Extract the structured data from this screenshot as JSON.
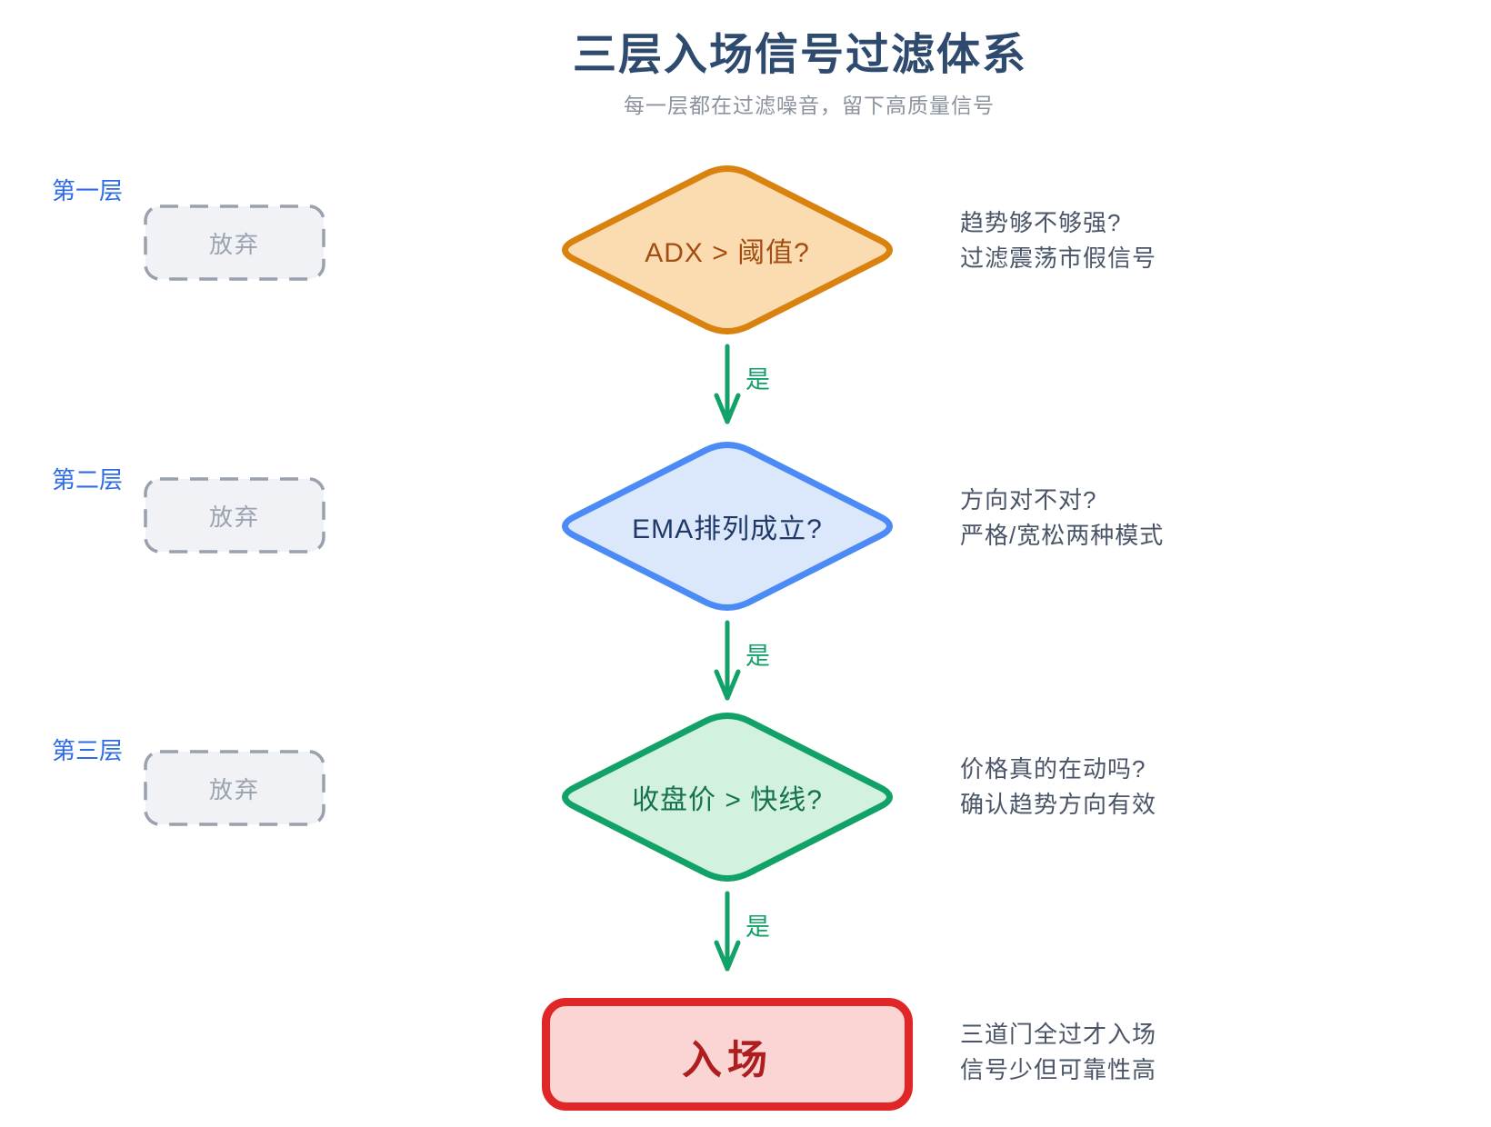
{
  "colors": {
    "title": "#2E4A6E",
    "subtitle": "#8A929E",
    "layer_label": "#2E6BE6",
    "reject_text": "#9AA3AF",
    "reject_border": "#98A1AD",
    "reject_fill": "#F0F2F6",
    "desc_text": "#4A5568",
    "arrow": "#12A167"
  },
  "header": {
    "title": "三层入场信号过滤体系",
    "subtitle": "每一层都在过滤噪音，留下高质量信号"
  },
  "layers": [
    {
      "label": "第一层",
      "reject": "放弃",
      "question": "ADX > 阈值?",
      "desc1": "趋势够不够强?",
      "desc2": "过滤震荡市假信号",
      "yes": "是",
      "colors": {
        "fill": "#FBDBB0",
        "stroke": "#D9820F",
        "text": "#A24E12"
      }
    },
    {
      "label": "第二层",
      "reject": "放弃",
      "question": "EMA排列成立?",
      "desc1": "方向对不对?",
      "desc2": "严格/宽松两种模式",
      "yes": "是",
      "colors": {
        "fill": "#DBE7FB",
        "stroke": "#4C8BF5",
        "text": "#1F3A68"
      }
    },
    {
      "label": "第三层",
      "reject": "放弃",
      "question": "收盘价 > 快线?",
      "desc1": "价格真的在动吗?",
      "desc2": "确认趋势方向有效",
      "yes": "是",
      "colors": {
        "fill": "#D2F1DF",
        "stroke": "#12A167",
        "text": "#15714E"
      }
    }
  ],
  "result": {
    "label": "入场",
    "desc1": "三道门全过才入场",
    "desc2": "信号少但可靠性高",
    "colors": {
      "fill": "#FBD4D4",
      "stroke": "#E02626",
      "text": "#AE1E1E"
    }
  }
}
